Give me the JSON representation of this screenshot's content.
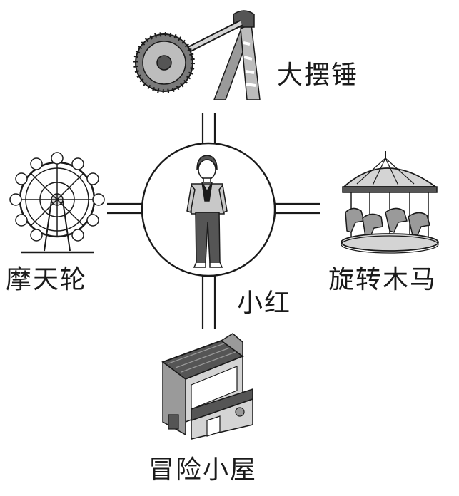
{
  "places": {
    "top": "大摆锤",
    "left": "摩天轮",
    "right": "旋转木马",
    "bottom": "冒险小屋"
  },
  "center_person": "小红",
  "colors": {
    "ink": "#1a1a1a",
    "gray_light": "#d4d4d4",
    "gray_mid": "#9a9a9a",
    "gray_dark": "#555555"
  }
}
